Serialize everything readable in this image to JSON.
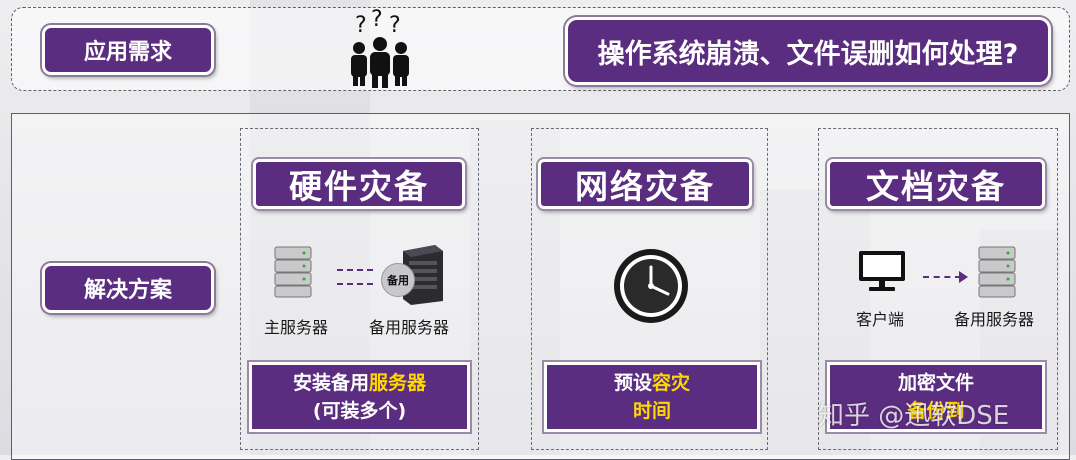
{
  "top": {
    "requirement_label": "应用需求",
    "question": "操作系统崩溃、文件误删如何处理?",
    "people_icon": "people-question-icon"
  },
  "main": {
    "solution_label": "解决方案",
    "columns": [
      {
        "title": "硬件灾备",
        "primary_caption": "主服务器",
        "backup_caption": "备用服务器",
        "backup_badge": "备用",
        "bottom_line1_a": "安装备用",
        "bottom_line1_b": "服务器",
        "bottom_line2": "(可装多个)"
      },
      {
        "title": "网络灾备",
        "icon": "clock-icon",
        "bottom_line1_a": "预设",
        "bottom_line1_b": "容灾",
        "bottom_line2": "时间"
      },
      {
        "title": "文档灾备",
        "client_caption": "客户端",
        "backup_caption": "备用服务器",
        "bottom_line1": "加密文件",
        "bottom_line2": "备份到"
      }
    ]
  },
  "watermark": "知乎 @迅软DSE",
  "colors": {
    "accent_purple": "#5b2d80",
    "highlight_yellow": "#ffd800"
  }
}
